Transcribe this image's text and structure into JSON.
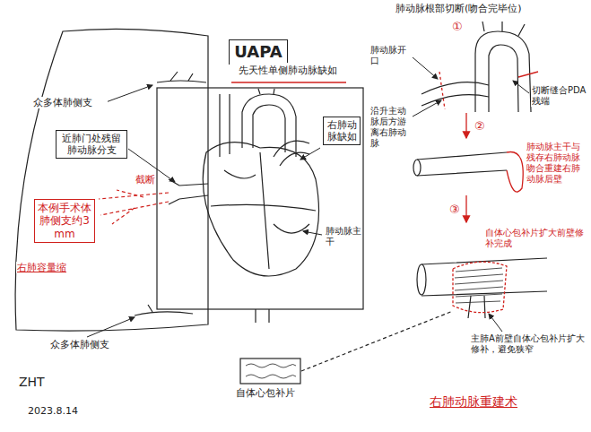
{
  "diagram": {
    "nodes": [
      {
        "text": [
          "UAPA"
        ]
      },
      {
        "text": [
          "先天性单侧肺动脉缺如"
        ]
      },
      {
        "text": [
          "近肺门处残留肺动脉分支"
        ]
      },
      {
        "text": [
          "本例手术体肺侧支约3mm"
        ]
      },
      {
        "text": [
          "右肺动脉缺如"
        ]
      }
    ],
    "labels": [
      "众多体肺侧支",
      "截断",
      "右肺容量缩",
      "众多体肺侧支",
      "肺动脉主干",
      "自体心包补片",
      "肺动脉根部切断(吻合完毕位)",
      "肺动脉开口",
      "①",
      "沿升主动脉后方游离右肺动脉",
      "切断缝合PDA残端",
      "②",
      "肺动脉主干与残存右肺动脉吻合重建右肺动脉后壁",
      "③",
      "自体心包补片扩大前壁修补完成",
      "主肺A前壁自体心包补片扩大修补，避免狭窄",
      "右肺动脉重建术",
      "ZHT",
      "2023.8.14"
    ]
  }
}
